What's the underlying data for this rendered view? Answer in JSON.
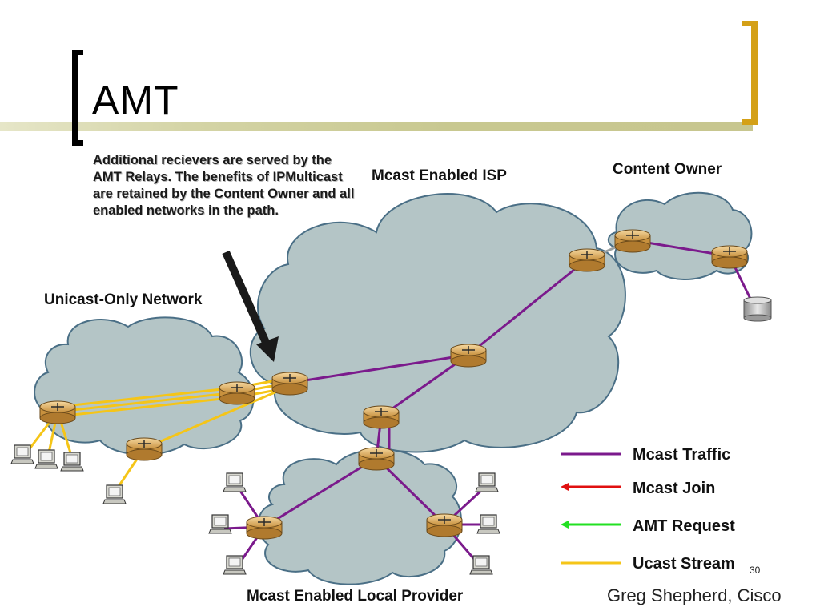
{
  "slide": {
    "title": "AMT",
    "callout": "Additional recievers are served by the AMT Relays. The benefits of IPMulticast are retained by the Content Owner and all enabled networks in the path.",
    "page_number": "30",
    "author": "Greg Shepherd, Cisco"
  },
  "networks": {
    "isp": "Mcast Enabled ISP",
    "content_owner": "Content Owner",
    "unicast_only": "Unicast-Only Network",
    "local_provider": "Mcast Enabled Local Provider"
  },
  "legend": [
    {
      "label": "Mcast Traffic",
      "color": "#7b1a8c"
    },
    {
      "label": "Mcast Join",
      "color": "#e01010"
    },
    {
      "label": "AMT Request",
      "color": "#22e022"
    },
    {
      "label": "Ucast Stream",
      "color": "#f5c518"
    }
  ],
  "colors": {
    "cloud_fill": "#b4c5c6",
    "cloud_stroke": "#4a6f86",
    "router_fill": "#e8b86a",
    "server_fill": "#b0b0b0",
    "accent_bracket": "#d4a017"
  }
}
